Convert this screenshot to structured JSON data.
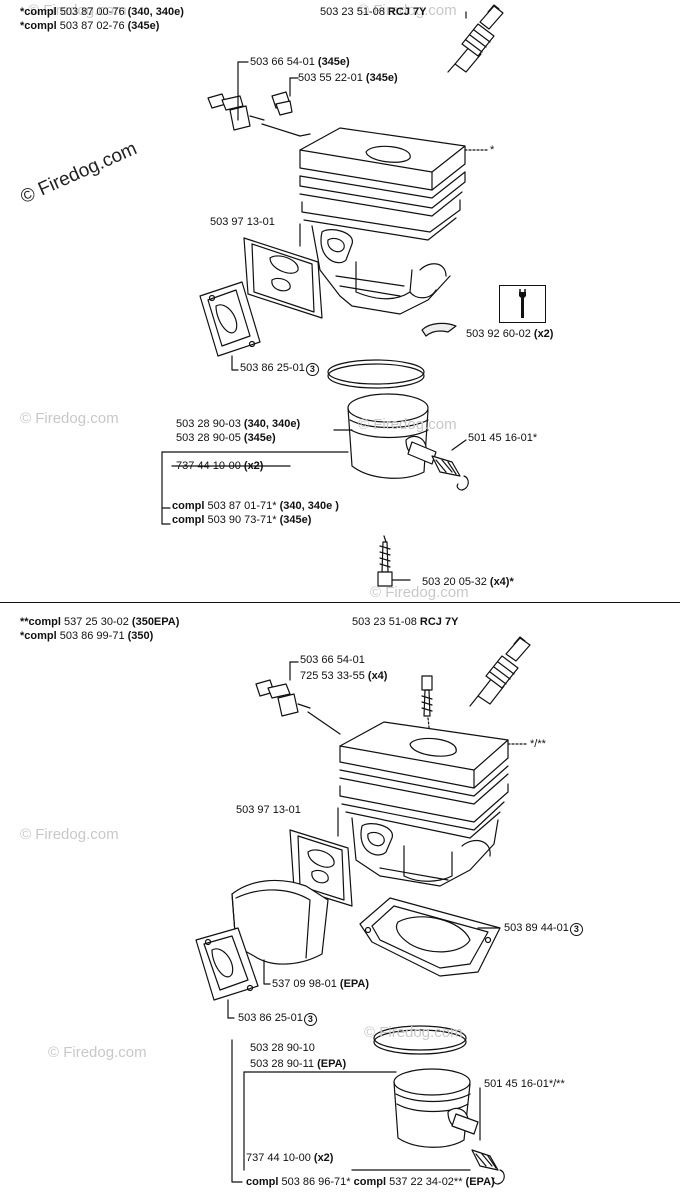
{
  "watermark": {
    "text": "© Firedog.com"
  },
  "section_top": {
    "header_lines": [
      {
        "prefix": "*compl ",
        "part": "503 87 00-76",
        "bold": " (340, 340e)"
      },
      {
        "prefix": "*compl ",
        "part": "503 87 02-76",
        "bold": " (345e)"
      }
    ],
    "spark_plug": {
      "part": "503 23 51-08",
      "bold": " RCJ 7Y"
    },
    "valve_1": {
      "part": "503 66 54-01",
      "bold": " (345e)"
    },
    "valve_2": {
      "part": "503 55 22-01",
      "bold": " (345e)"
    },
    "cylinder_mark": "*",
    "gasket": {
      "part": "503 97 13-01"
    },
    "tool_icon": "wrench-icon",
    "washer": {
      "part": "503 92 60-02",
      "bold": " (x2)"
    },
    "intake_gasket": {
      "part": "503 86 25-01",
      "circle": "3"
    },
    "piston_a": {
      "part": "503 28 90-03",
      "bold": " (340, 340e)"
    },
    "piston_b": {
      "part": "503 28 90-05",
      "bold": " (345e)"
    },
    "bearing": {
      "part": "501 45 16-01*"
    },
    "circlip": {
      "part": "737 44 10-00",
      "bold": " (x2)"
    },
    "kit_a": {
      "prefix": "compl ",
      "part": "503 87 01-71*",
      "bold": " (340, 340e )"
    },
    "kit_b": {
      "prefix": "compl ",
      "part": "503 90 73-71*",
      "bold": " (345e)"
    },
    "screw": {
      "part": "503 20 05-32",
      "bold": " (x4)*"
    }
  },
  "section_bottom": {
    "header_lines": [
      {
        "prefix": "**compl ",
        "part": "537 25 30-02",
        "bold": " (350EPA)"
      },
      {
        "prefix": "*compl ",
        "part": "503 86 99-71",
        "bold": " (350)"
      }
    ],
    "spark_plug": {
      "part": "503 23 51-08",
      "bold": " RCJ 7Y"
    },
    "valve": {
      "part": "503 66 54-01"
    },
    "screw": {
      "part": "725 53 33-55",
      "bold": " (x4)"
    },
    "cylinder_mark": "*/**",
    "gasket": {
      "part": "503 97 13-01"
    },
    "base_gasket": {
      "part": "503 89 44-01",
      "circle": "3"
    },
    "heat_shield": {
      "part": "537 09 98-01",
      "bold": " (EPA)"
    },
    "intake_gasket": {
      "part": "503 86 25-01",
      "circle": "3"
    },
    "piston_a": {
      "part": "503 28 90-10"
    },
    "piston_b": {
      "part": "503 28 90-11",
      "bold": " (EPA)"
    },
    "bearing": {
      "part": "501 45 16-01*/**"
    },
    "circlip": {
      "part": "737 44 10-00",
      "bold": " (x2)"
    },
    "kit_line": {
      "prefix": "compl ",
      "part": "503 86 96-71*",
      "sep": "  compl ",
      "part2": "537 22 34-02**",
      "bold": " (EPA)"
    }
  }
}
